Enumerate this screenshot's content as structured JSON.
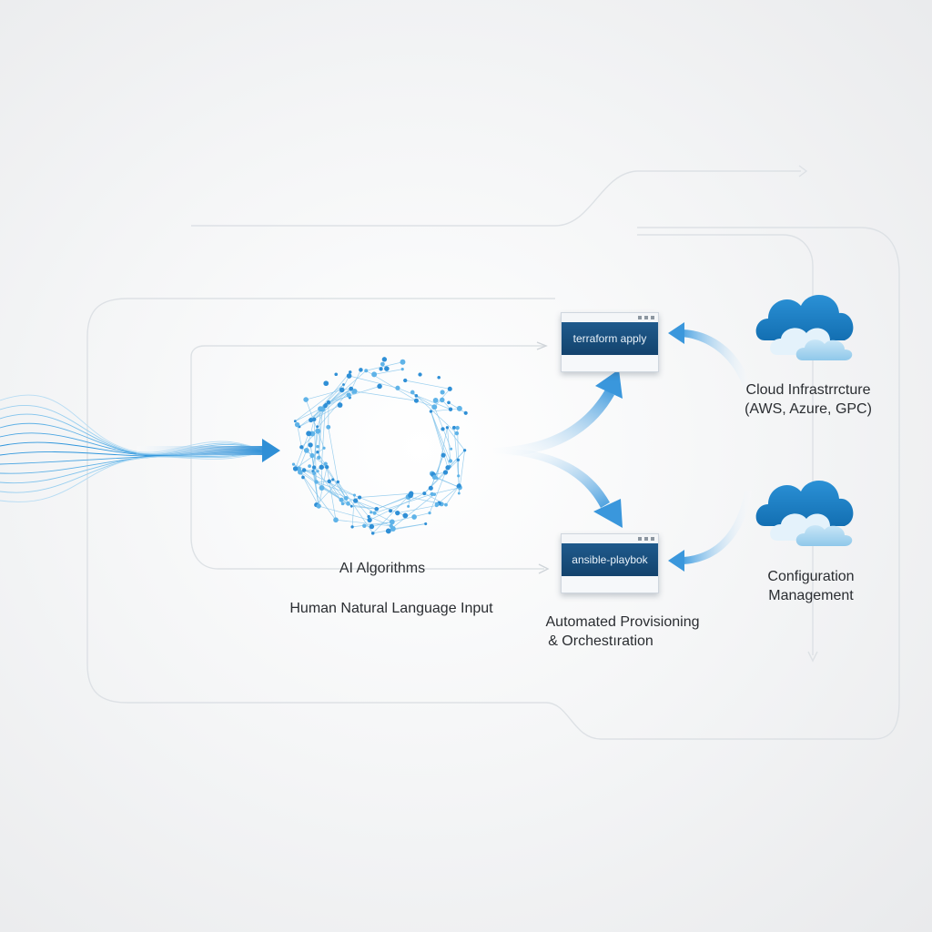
{
  "diagram": {
    "input_label": "Human Natural Language Input",
    "ai_label": "AI Algorithms",
    "terminals": [
      {
        "command": "terraform apply"
      },
      {
        "command": "ansible-playbok"
      }
    ],
    "provisioning_label_line1": "Automated Provisioning",
    "provisioning_label_line2": "& Orchestıration",
    "cloud_label_line1": "Cloud Infrastrrcture",
    "cloud_label_line2": "(AWS, Azure, GPC)",
    "config_label_line1": "Configuration",
    "config_label_line2": "Management",
    "colors": {
      "accent": "#2f8fd6",
      "light_blue": "#7cc0ea",
      "cloud_dark": "#1b7fc4",
      "terminal": "#1a4f7e",
      "connector": "#d9dde2"
    },
    "icons": [
      "sound-wave-icon",
      "neural-network-ring-icon",
      "terminal-window-icon",
      "cloud-icon"
    ]
  }
}
